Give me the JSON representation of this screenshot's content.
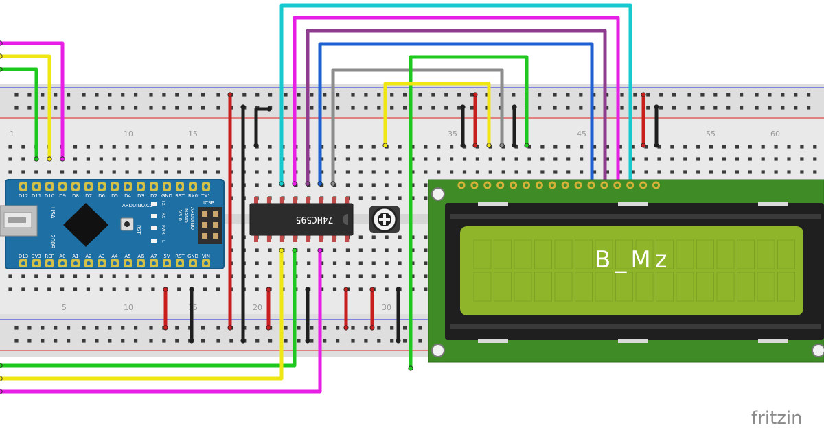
{
  "breadboard": {
    "col_numbers_top": [
      "1",
      "10",
      "15",
      "35",
      "45",
      "55",
      "60"
    ],
    "col_numbers_bottom": [
      "5",
      "10",
      "15",
      "20",
      "30"
    ]
  },
  "arduino": {
    "brand": "ARDUINO.CC",
    "model_lines": [
      "ARDUINO",
      "NANO",
      "V3.0"
    ],
    "usa": "USA",
    "year": "2009",
    "icsp": "ICSP",
    "rst": "RST",
    "led_labels": [
      "TX",
      "RX",
      "PWR",
      "L"
    ],
    "top_pins": [
      "D12",
      "D11",
      "D10",
      "D9",
      "D8",
      "D7",
      "D6",
      "D5",
      "D4",
      "D3",
      "D2",
      "GND",
      "RST",
      "RX0",
      "TX1"
    ],
    "bottom_pins": [
      "D13",
      "3V3",
      "REF",
      "A0",
      "A1",
      "A2",
      "A3",
      "A4",
      "A5",
      "A6",
      "A7",
      "5V",
      "RST",
      "GND",
      "VIN"
    ]
  },
  "chip": {
    "label": "74HC595"
  },
  "lcd": {
    "text": "B_Mz"
  },
  "watermark": {
    "text": "fritzin"
  },
  "colors": {
    "cyan": "#17c8cf",
    "magenta": "#e61ee6",
    "purple": "#8e3d8e",
    "blue": "#1e5fd2",
    "gray": "#8c8c8c",
    "yellow": "#f0e614",
    "green": "#1ec81e",
    "red": "#c81e1e",
    "black": "#1e1e1e",
    "pcb_blue": "#1d6fa4",
    "lcd_pcb": "#3f8c27",
    "lcd_screen": "#8fb52a"
  }
}
